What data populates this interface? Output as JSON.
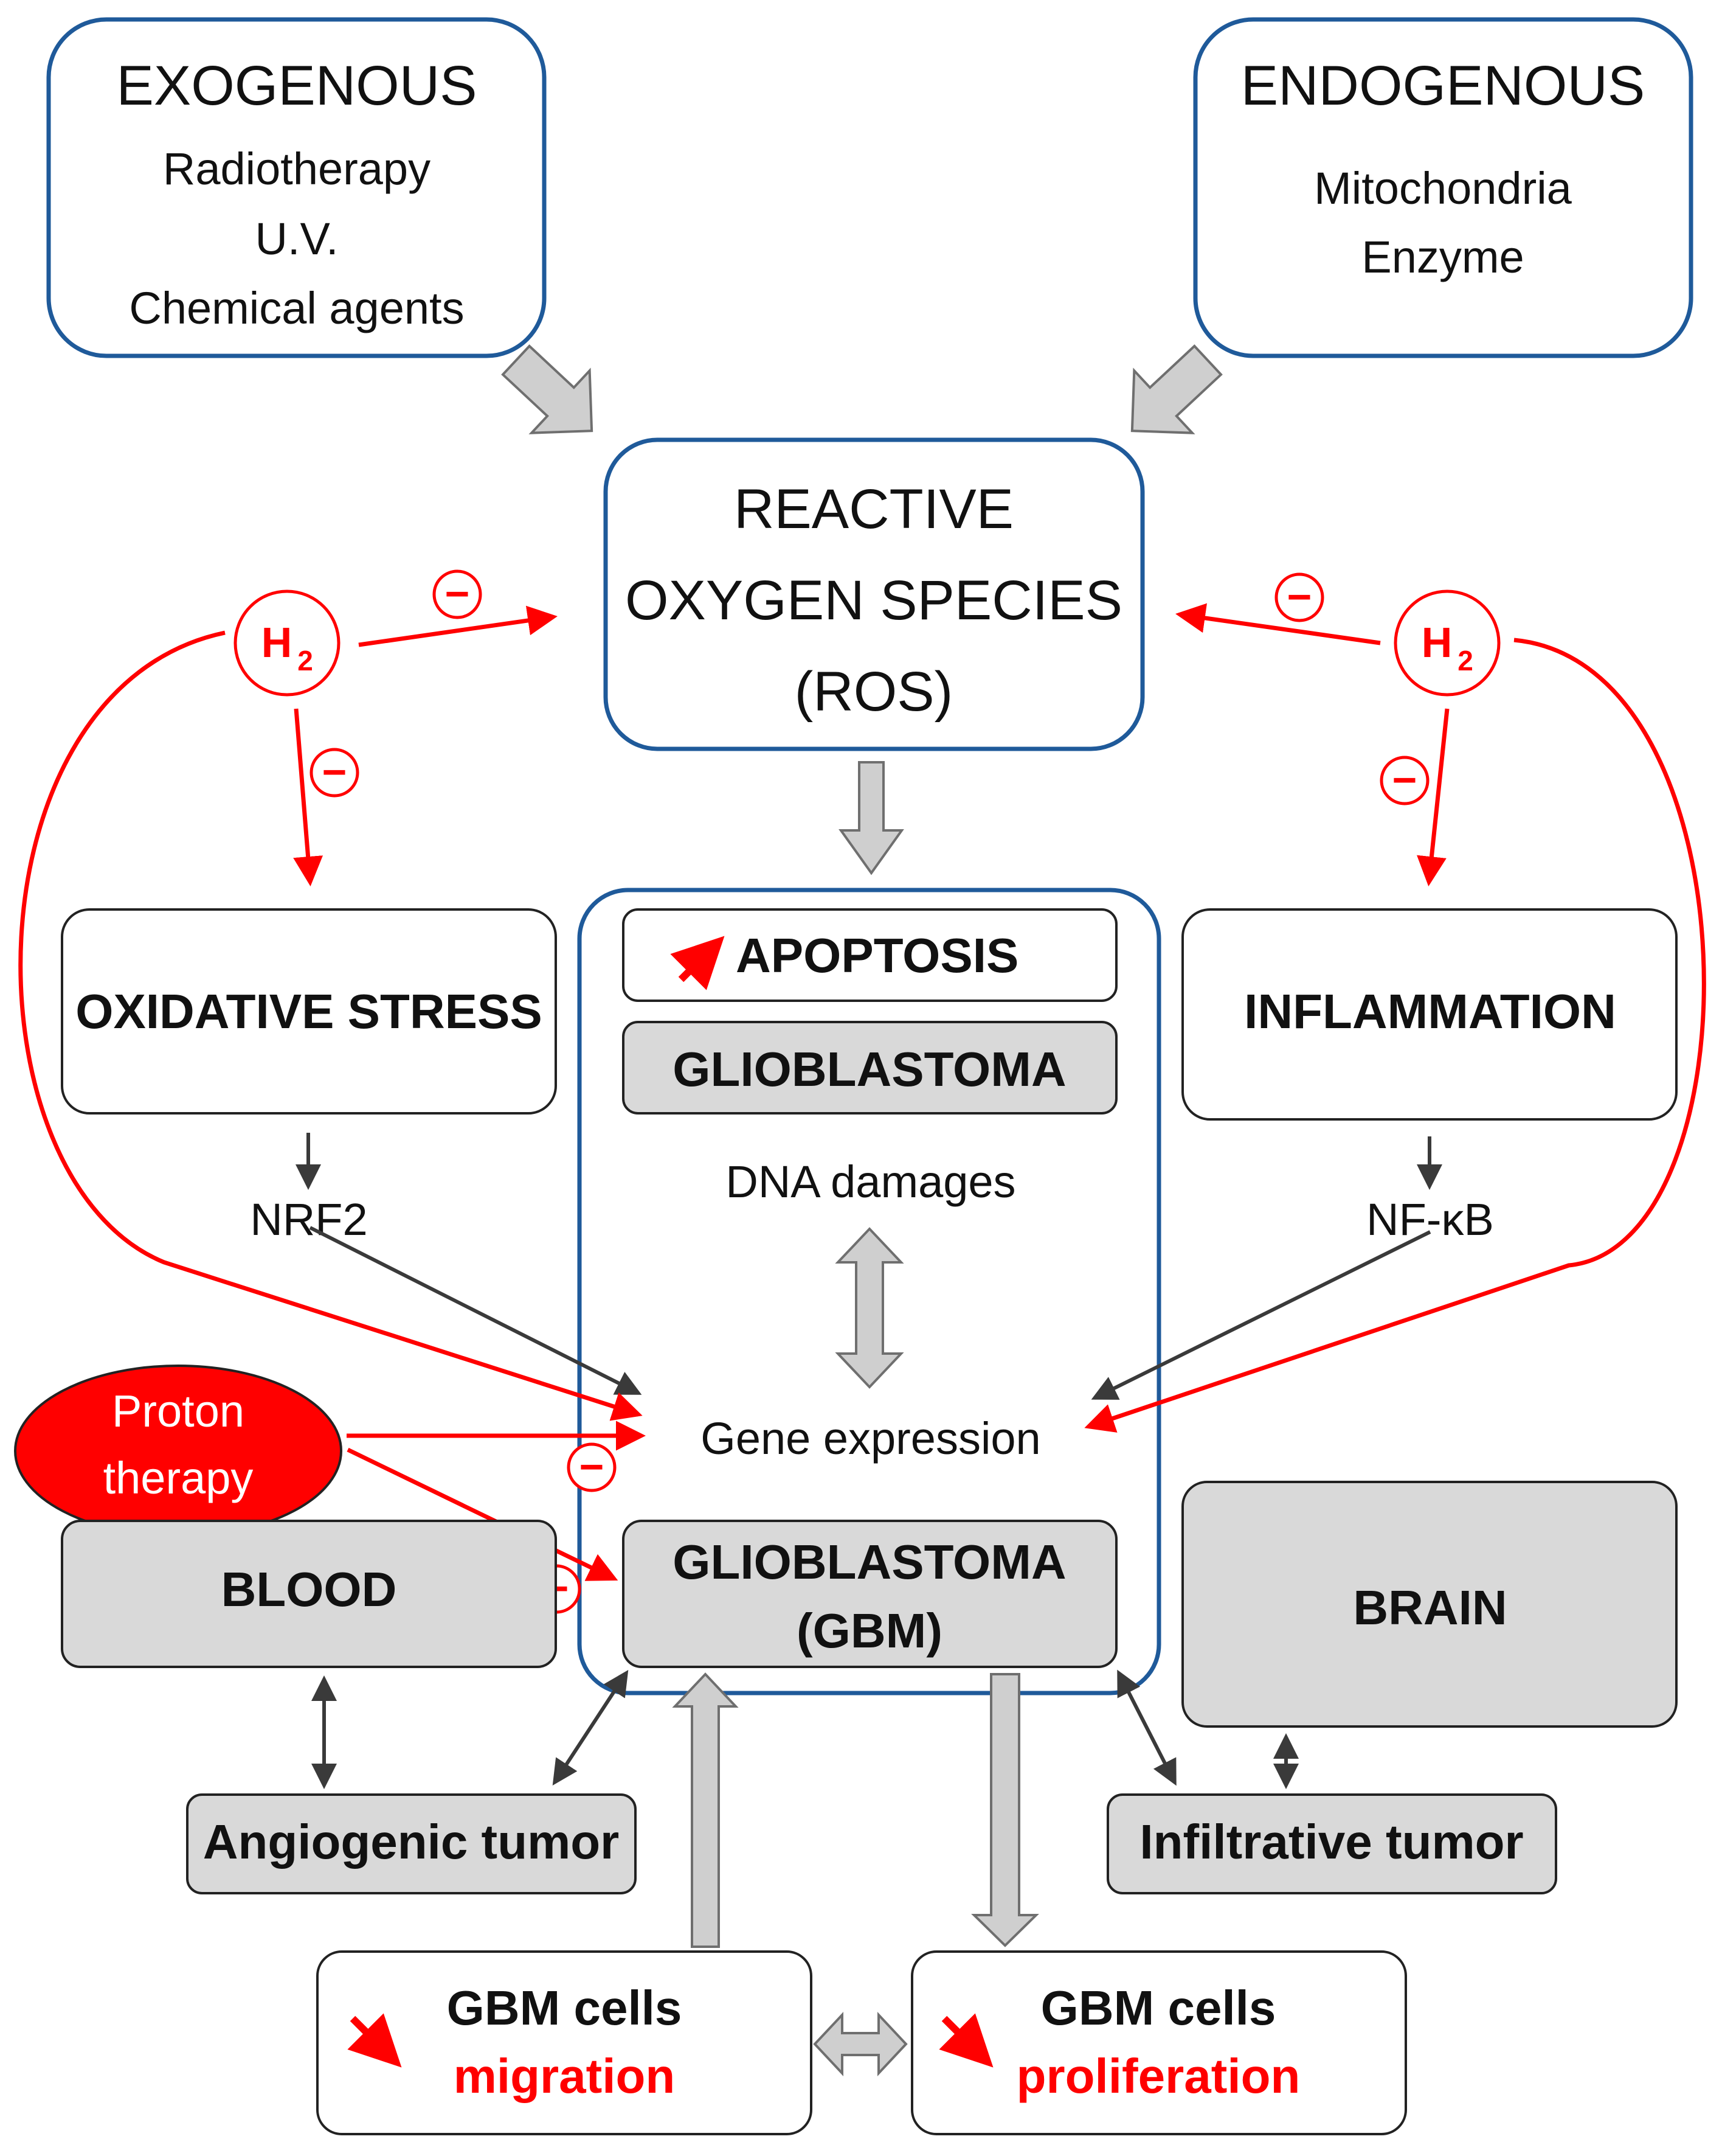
{
  "sources": {
    "exogenous": {
      "title": "EXOGENOUS",
      "items": [
        "Radiotherapy",
        "U.V.",
        "Chemical agents"
      ]
    },
    "endogenous": {
      "title": "ENDOGENOUS",
      "items": [
        "Mitochondria",
        "Enzyme"
      ]
    }
  },
  "ros": {
    "lines": [
      "REACTIVE",
      "OXYGEN SPECIES",
      "(ROS)"
    ]
  },
  "hydrogen": {
    "symbol": "H",
    "subscript": "2",
    "inhibit_symbol": "−"
  },
  "left_branch": {
    "box": "OXIDATIVE STRESS",
    "factor": "NRF2"
  },
  "right_branch": {
    "box": "INFLAMMATION",
    "factor": "NF-κB"
  },
  "center": {
    "apoptosis": "APOPTOSIS",
    "glioblastoma": "GLIOBLASTOMA",
    "dna": "DNA damages",
    "gene": "Gene expression",
    "gbm_lines": [
      "GLIOBLASTOMA",
      "(GBM)"
    ]
  },
  "proton": {
    "lines": [
      "Proton",
      "therapy"
    ]
  },
  "tissues": {
    "blood": "BLOOD",
    "brain": "BRAIN"
  },
  "tumors": {
    "angiogenic": "Angiogenic tumor",
    "infiltrative": "Infiltrative tumor"
  },
  "bottom": {
    "migration": {
      "line1": "GBM cells",
      "line2": "migration"
    },
    "proliferation": {
      "line1": "GBM cells",
      "line2": "proliferation"
    }
  },
  "colors": {
    "frame": "#1f5a9a",
    "inhibit": "#ff0000",
    "arrow_dark": "#3a3a3a",
    "gray_fill": "#d9d9d9",
    "block_arrow": "#cfcfcf"
  }
}
